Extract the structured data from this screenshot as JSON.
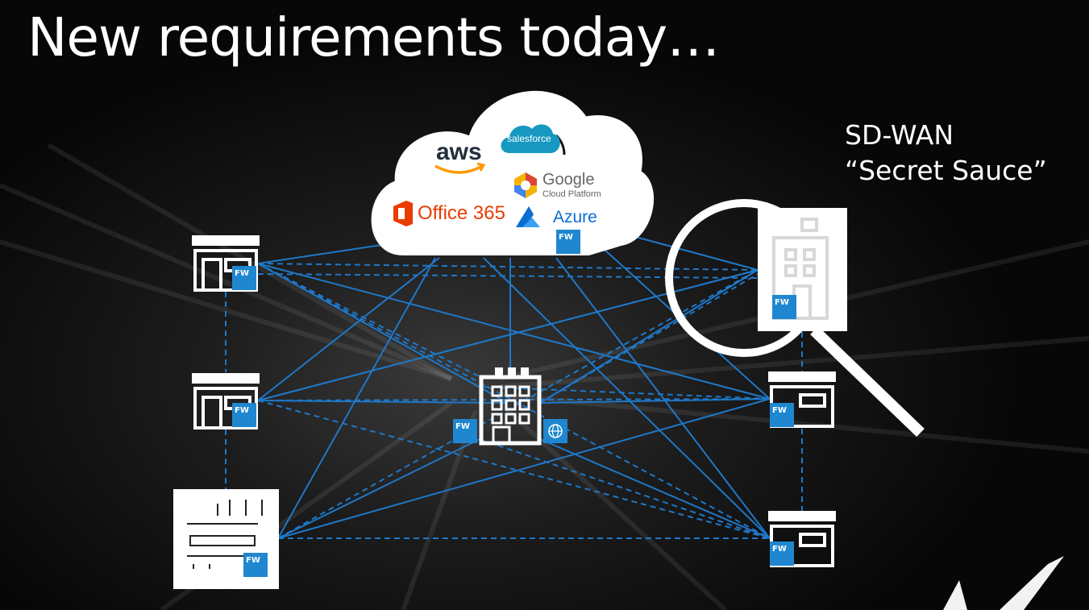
{
  "slide": {
    "title": "New requirements today…",
    "callout_line1": "SD-WAN",
    "callout_line2": "“Secret Sauce”"
  },
  "cloud": {
    "services": {
      "aws": "aws",
      "salesforce": "salesforce",
      "google": "Google",
      "google_sub": "Cloud Platform",
      "office": "Office 365",
      "azure": "Azure"
    },
    "fw_label": "FW"
  },
  "sites": {
    "fw_label": "FW"
  },
  "colors": {
    "link": "#1f78c8",
    "fw_badge": "#1f87d0",
    "aws_orange": "#ff9900",
    "salesforce_blue": "#1798c1",
    "office_red": "#eb3c00",
    "azure_blue": "#0a6ed1"
  },
  "icons": [
    "store-icon",
    "office-building-icon",
    "factory-icon",
    "magnifying-glass-icon",
    "globe-icon",
    "cloud-icon"
  ]
}
